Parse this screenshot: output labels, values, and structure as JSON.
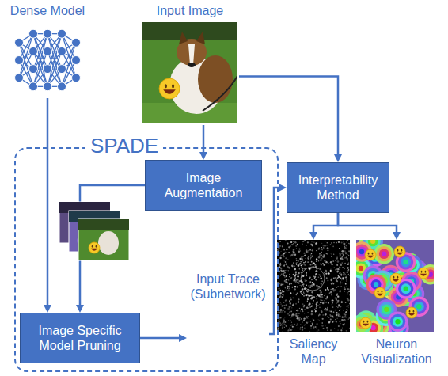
{
  "diagram": {
    "nodes": [
      {
        "text": [
          "Dense Model"
        ]
      },
      {
        "text": [
          "Input Image"
        ]
      },
      {
        "text": [
          "SPADE"
        ]
      },
      {
        "text": [
          "Image Augmentation"
        ],
        "in": 2
      },
      {
        "text": [
          "Image Specific Model Pruning"
        ],
        "in": 2
      },
      {
        "text": [
          "Input Trace (Subnetwork)"
        ],
        "in": 2
      },
      {
        "text": [
          "Interpretability Method"
        ]
      },
      {
        "text": [
          "Saliency Map"
        ]
      },
      {
        "text": [
          "Neuron Visualization"
        ]
      }
    ],
    "edges": [
      {
        "from": 0,
        "to": 4,
        "arrow": "to"
      },
      {
        "from": 1,
        "to": 3,
        "arrow": "to"
      },
      {
        "from": 1,
        "to": 6,
        "arrow": "to"
      },
      {
        "from": 3,
        "to": 4,
        "arrow": "to"
      },
      {
        "from": 4,
        "to": 5,
        "arrow": "to"
      },
      {
        "from": 5,
        "to": 6,
        "arrow": "to"
      },
      {
        "from": 6,
        "to": 7,
        "arrow": "to"
      },
      {
        "from": 6,
        "to": 8,
        "arrow": "to"
      }
    ]
  }
}
